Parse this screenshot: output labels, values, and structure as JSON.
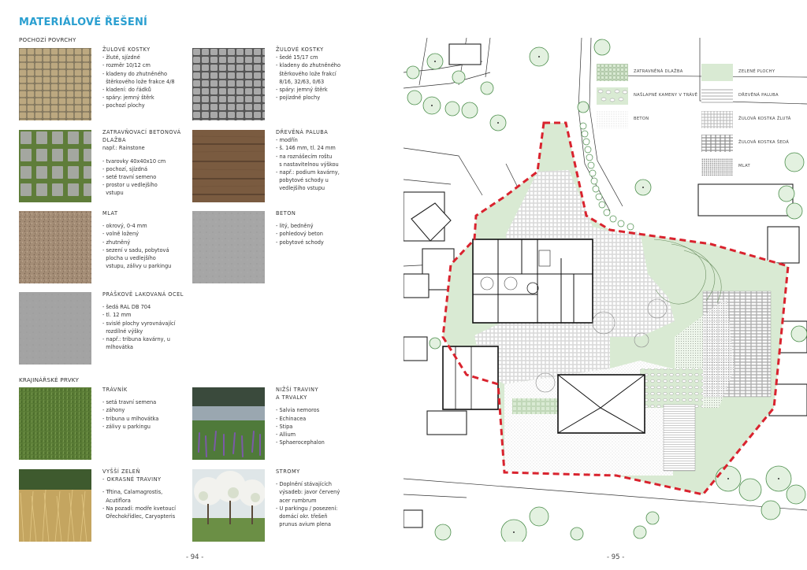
{
  "left_page": {
    "title": "MATERIÁLOVÉ ŘEŠENÍ",
    "section_surfaces": "POCHOZÍ POVRCHY",
    "section_landscape": "KRAJINÁŘSKÉ PRVKY",
    "page_number": "- 94 -",
    "materials": [
      {
        "name": "ŽULOVÉ KOSTKY",
        "subtitle": "",
        "items": [
          "- žluté, sjízdné",
          "- rozměr 10/12 cm",
          "- kladeny do zhutněného",
          "  štěrkového lože frakce 4/8",
          "- kladení: do řádků",
          "- spáry: jemný štěrk",
          "- pochozí plochy"
        ]
      },
      {
        "name": "ŽULOVÉ KOSTKY",
        "subtitle": "",
        "items": [
          "- šedé 15/17 cm",
          "- kladeny do zhutněného",
          "  štěrkového lože frakcí",
          "  8/16, 32/63, 0/63",
          "- spáry: jemný štěrk",
          "- pojízdné plochy"
        ]
      },
      {
        "name": "ZATRAVŇOVACÍ BETONOVÁ",
        "name2": "DLAŽBA",
        "subtitle": "např.: Rainstone",
        "items": [
          "- tvarovky 40x40x10 cm",
          "- pochozí, sjízdná",
          "- seté travní semeno",
          "- prostor u vedlejšího",
          "  vstupu"
        ]
      },
      {
        "name": "DŘEVĚNÁ PALUBA",
        "subtitle": "",
        "items": [
          "- modřín",
          "- š. 146 mm, tl. 24 mm",
          "- na roznášecím roštu",
          "  s nastavitelnou výškou",
          "- např.: podium kavárny,",
          "  pobytové schody u",
          "  vedlejšího vstupu"
        ]
      },
      {
        "name": "MLAT",
        "subtitle": "",
        "items": [
          "- okrový, 0-4 mm",
          "- volně ložený",
          "- zhutněný",
          "- sezení v sadu, pobytová",
          "  plocha u vedlejšího",
          "  vstupu, zálivy u parkingu"
        ]
      },
      {
        "name": "BETON",
        "subtitle": "",
        "items": [
          "- litý, bedněný",
          "- pohledový beton",
          "- pobytové schody"
        ]
      },
      {
        "name": "PRÁŠKOVĚ LAKOVANÁ OCEL",
        "subtitle": "",
        "items": [
          "- šedá RAL DB 704",
          "- tl. 12 mm",
          "- svislé plochy vyrovnávající",
          "  rozdílné výšky",
          "- např.: tribuna kavárny, u",
          "  mlhovátka"
        ]
      }
    ],
    "landscape": [
      {
        "name": "TRÁVNÍK",
        "name2": "",
        "items": [
          "- setá travní semena",
          "- záhony",
          "- tribuna u mlhovátka",
          "- zálivy u parkingu"
        ]
      },
      {
        "name": "NIŽŠÍ TRAVINY",
        "name2": "A TRVALKY",
        "items": [
          "- Salvia nemoros",
          "- Echinacea",
          "- Stipa",
          "- Allium",
          "- Sphaerocephalon"
        ]
      },
      {
        "name": "VYŠŠÍ ZELEŇ",
        "name2": "- OKRASNÉ TRAVINY",
        "items": [
          "- Třtina, Calamagrostis,",
          "  Acutiflora",
          "- Na pozadí: modře kvetoucí",
          "  Ořechokřídlec, Caryopteris"
        ]
      },
      {
        "name": "STROMY",
        "name2": "",
        "items": [
          "- Doplnění stávajících",
          "  výsadeb: javor červený",
          "  acer rumbrum",
          "- U parkingu / posezení:",
          "  domácí okr. třešeň",
          "  prunus avium plena"
        ]
      }
    ]
  },
  "right_page": {
    "page_number": "- 95 -",
    "legend": [
      {
        "label": "ZATRAVNĚNÁ DLAŽBA",
        "pattern": "grass-paving"
      },
      {
        "label": "ZELENÉ PLOCHY",
        "pattern": "green"
      },
      {
        "label": "NAŠLAPNÉ KAMENY V TRÁVĚ",
        "pattern": "stepping-stones"
      },
      {
        "label": "DŘEVĚNÁ PALUBA",
        "pattern": "deck"
      },
      {
        "label": "BETON",
        "pattern": "concrete"
      },
      {
        "label": "ŽULOVÁ KOSTKA ŽLUTÁ",
        "pattern": "yellow-granite"
      },
      {
        "label": "ŽULOVÁ KOSTKA ŠEDÁ",
        "pattern": "grey-granite"
      },
      {
        "label": "MLAT",
        "pattern": "mlat"
      }
    ]
  },
  "colors": {
    "title_blue": "#2a9fd0",
    "green_area": "#d9ead3",
    "boundary_red": "#d9232e",
    "tree_green": "#6fb86f"
  }
}
